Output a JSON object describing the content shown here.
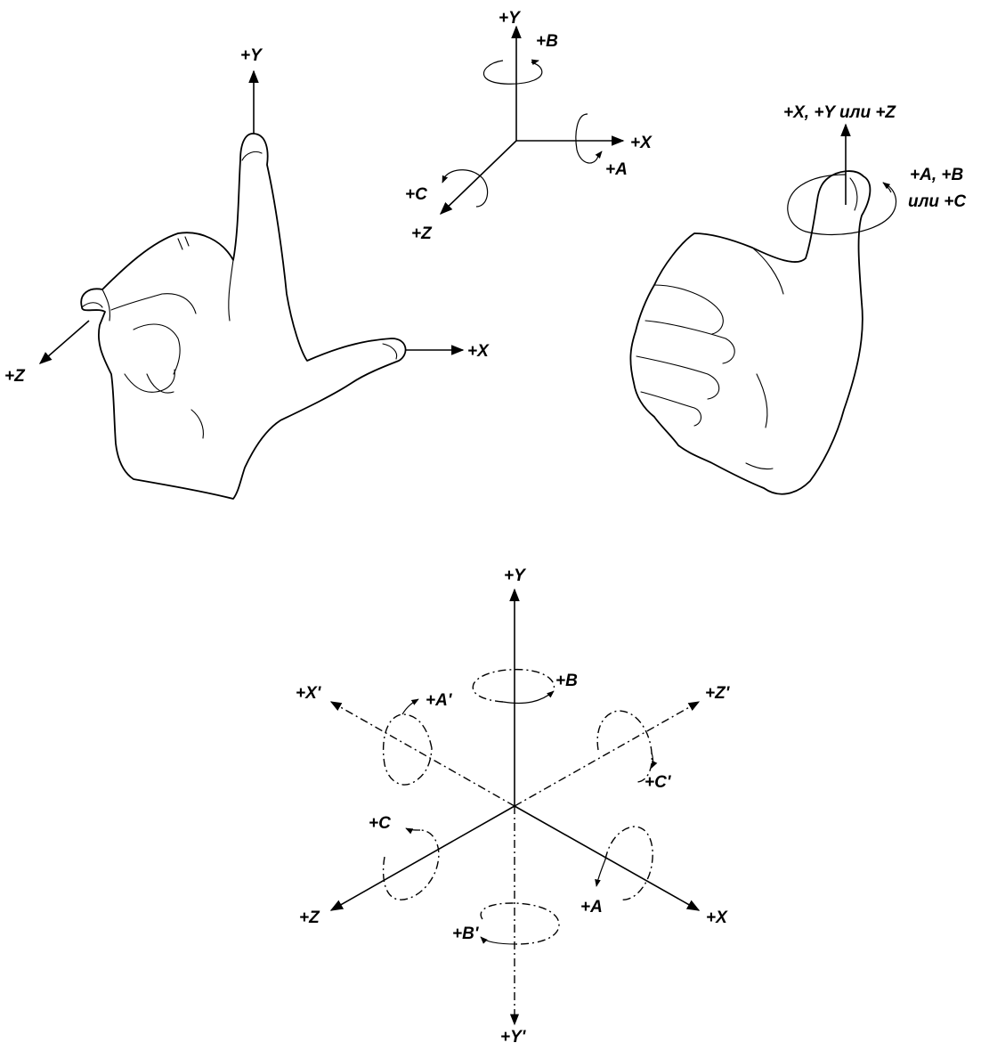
{
  "labels": {
    "left_hand": {
      "y": "+Y",
      "x": "+X",
      "z": "+Z"
    },
    "top_axes": {
      "y": "+Y",
      "b": "+B",
      "x": "+X",
      "a": "+A",
      "c": "+C",
      "z": "+Z"
    },
    "right_hand": {
      "axis": "+X, +Y или +Z",
      "rot_line1": "+A, +B",
      "rot_line2": "или +C"
    },
    "bottom_axes": {
      "y": "+Y",
      "b": "+B",
      "x_prime": "+X'",
      "a_prime": "+A'",
      "z_prime": "+Z'",
      "c_prime": "+C'",
      "c": "+C",
      "z": "+Z",
      "a": "+A",
      "x": "+X",
      "b_prime": "+B'",
      "y_prime": "+Y'"
    }
  },
  "colors": {
    "ink": "#000000",
    "paper": "#ffffff"
  }
}
